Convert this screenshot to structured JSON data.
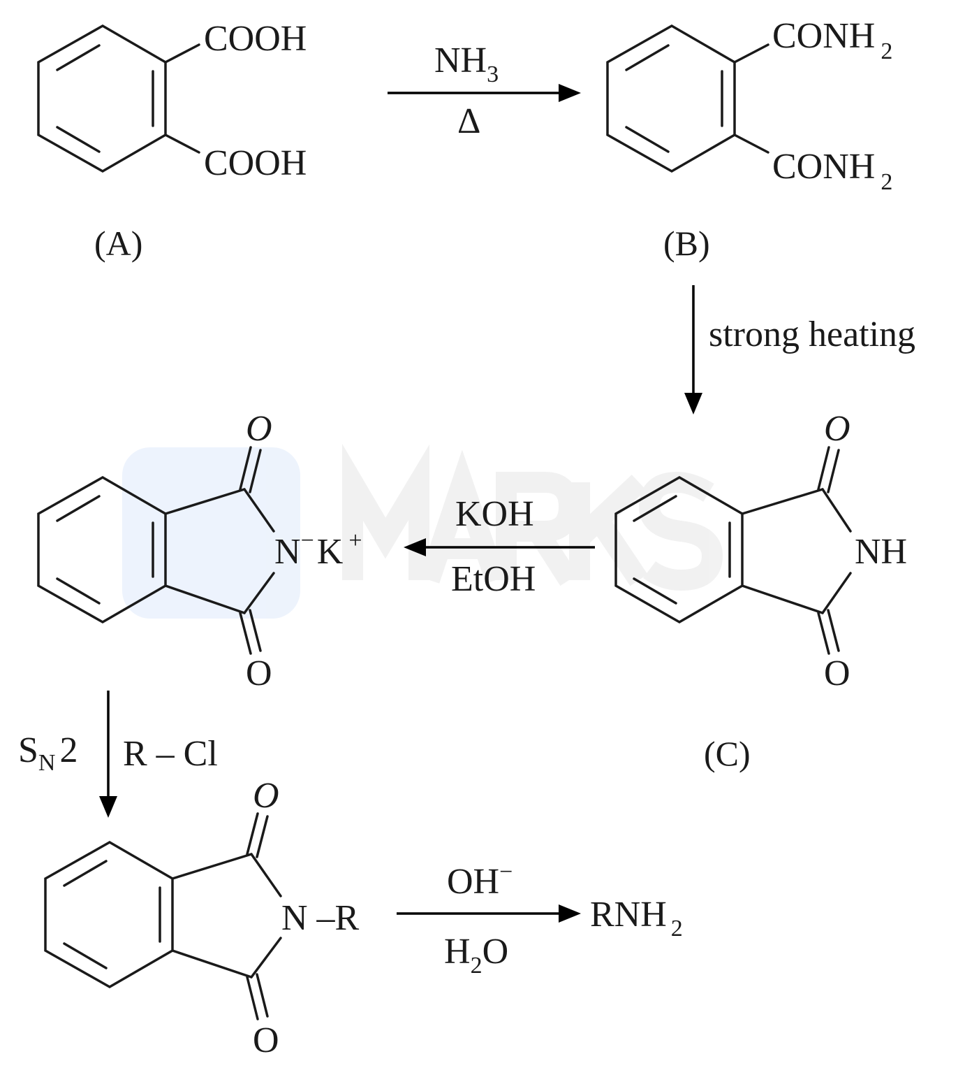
{
  "title": "Gabriel phthalimide synthesis",
  "watermark": {
    "text": "MARKS",
    "color": "#e8f0fc"
  },
  "compounds": {
    "A": {
      "label": "(A)",
      "group1": "COOH",
      "group2": "COOH"
    },
    "B": {
      "label": "(B)",
      "group": "CONH",
      "sub": "2"
    },
    "C": {
      "label": "(C)",
      "o_top": "O",
      "o_bottom": "O",
      "nh": "NH"
    },
    "D": {
      "o_top": "O",
      "o_bottom": "O",
      "n": "N",
      "n_charge": "−",
      "k": "K",
      "k_charge": "+"
    },
    "E": {
      "o_top": "O",
      "o_bottom": "O",
      "nr": "N –R"
    },
    "product": {
      "main": "RNH",
      "sub": "2"
    }
  },
  "steps": {
    "s1": {
      "top_main": "NH",
      "top_sub": "3",
      "bottom": "Δ"
    },
    "s2": {
      "side": "strong heating"
    },
    "s3": {
      "top": "KOH",
      "bottom": "EtOH"
    },
    "s4": {
      "left_main": "S",
      "left_sub": "N",
      "left_end": "2",
      "right": "R – Cl"
    },
    "s5": {
      "top_main": "OH",
      "top_sup": "−",
      "bottom_h": "H",
      "bottom_sub": "2",
      "bottom_o": "O"
    }
  }
}
